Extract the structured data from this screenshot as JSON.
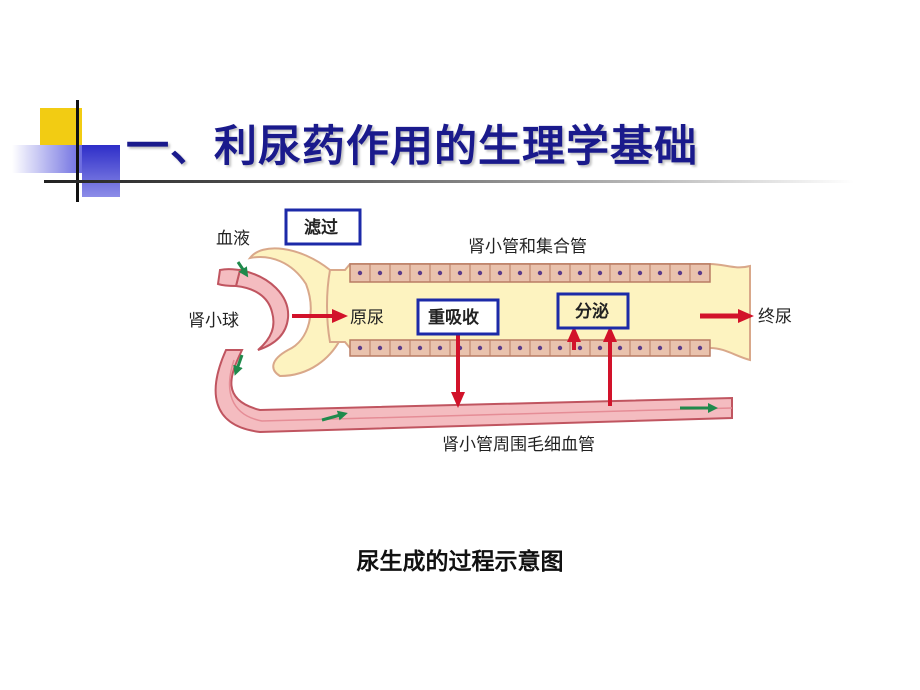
{
  "slide": {
    "title": "一、利尿药作用的生理学基础",
    "caption": "尿生成的过程示意图"
  },
  "diagram": {
    "labels": {
      "blood": "血液",
      "filtration": "滤过",
      "glomerulus": "肾小球",
      "tubule_and_duct": "肾小管和集合管",
      "primary_urine": "原尿",
      "reabsorption": "重吸收",
      "secretion": "分泌",
      "final_urine": "终尿",
      "capillaries": "肾小管周围毛细血管"
    },
    "colors": {
      "title": "#1a1a8c",
      "tubule_fill": "#fdf3c0",
      "tubule_wall": "#d9a88a",
      "vessel": "#f2b4b8",
      "red_arrow": "#d2122a",
      "green_arrow": "#1f8a4c",
      "box_border": "#1c2aa8"
    }
  }
}
